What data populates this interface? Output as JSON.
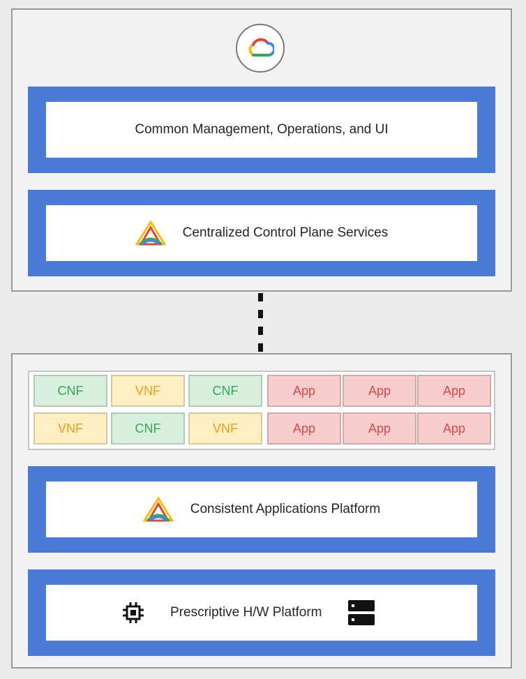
{
  "top_panel": {
    "logo_icon": "google-cloud-icon",
    "management_label": "Common Management, Operations, and UI",
    "control_plane_label": "Centralized Control Plane Services",
    "control_plane_icon": "anthos-icon"
  },
  "connector": "dashed-line",
  "workloads": {
    "row1": [
      "CNF",
      "VNF",
      "CNF",
      "App",
      "App",
      "App"
    ],
    "row2": [
      "VNF",
      "CNF",
      "VNF",
      "App",
      "App",
      "App"
    ]
  },
  "bottom_panel": {
    "platform_label": "Consistent Applications Platform",
    "platform_icon": "anthos-icon",
    "hw_label": "Prescriptive H/W Platform",
    "hw_icons": [
      "chip-icon",
      "server-icon"
    ]
  },
  "colors": {
    "band_blue": "#4a7bd8",
    "cnf": "#34a853",
    "vnf": "#e8a317",
    "app": "#e04848"
  }
}
